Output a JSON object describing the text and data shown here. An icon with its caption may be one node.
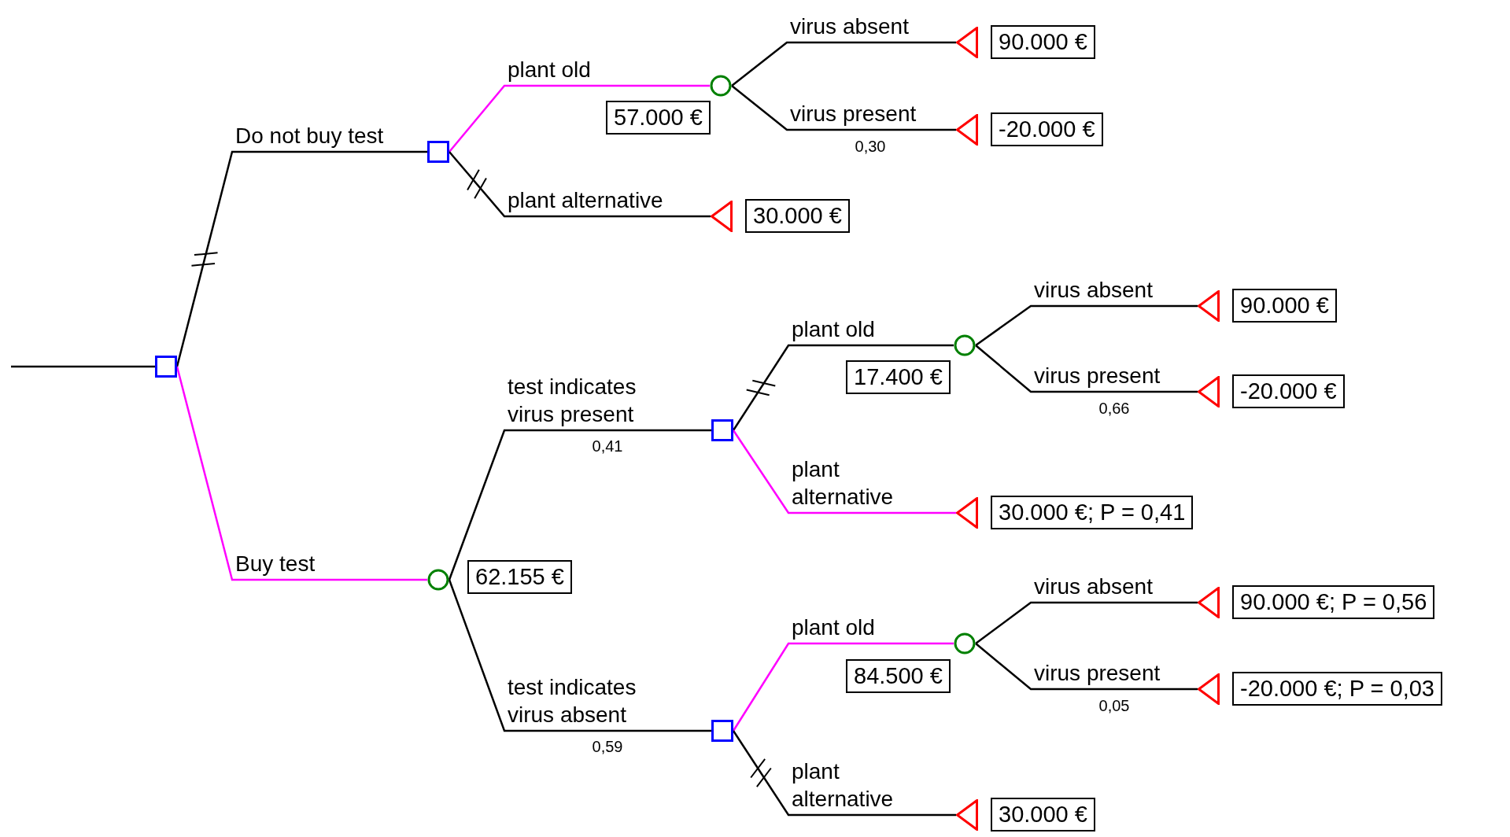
{
  "diagram": {
    "nodes": [
      {
        "text": [],
        "shape": "box"
      },
      {
        "text": [],
        "shape": "box"
      },
      {
        "text": [],
        "shape": "circle",
        "beside": [
          "57.000 €"
        ]
      },
      {
        "text": [],
        "shape": "triangle",
        "beside": [
          "90.000 €"
        ]
      },
      {
        "text": [],
        "shape": "triangle",
        "beside": [
          "-20.000 €"
        ]
      },
      {
        "text": [],
        "shape": "triangle",
        "beside": [
          "30.000 €"
        ]
      },
      {
        "text": [],
        "shape": "circle",
        "beside": [
          "62.155 €"
        ]
      },
      {
        "text": [],
        "shape": "box"
      },
      {
        "text": [],
        "shape": "circle",
        "beside": [
          "17.400 €"
        ]
      },
      {
        "text": [],
        "shape": "triangle",
        "beside": [
          "90.000 €"
        ]
      },
      {
        "text": [],
        "shape": "triangle",
        "beside": [
          "-20.000 €"
        ]
      },
      {
        "text": [],
        "shape": "triangle",
        "beside": [
          "30.000 €; P = 0,41"
        ]
      },
      {
        "text": [],
        "shape": "box"
      },
      {
        "text": [],
        "shape": "circle",
        "beside": [
          "84.500 €"
        ]
      },
      {
        "text": [],
        "shape": "triangle",
        "beside": [
          "90.000 €; P = 0,56"
        ]
      },
      {
        "text": [],
        "shape": "triangle",
        "beside": [
          "-20.000 €; P = 0,03"
        ]
      },
      {
        "text": [],
        "shape": "triangle",
        "beside": [
          "30.000 €"
        ]
      }
    ],
    "edges": [
      {
        "from": null,
        "to": 0,
        "arrow": "none"
      },
      {
        "from": 0,
        "to": 1,
        "arrow": "none",
        "label": "Do not buy test"
      },
      {
        "from": 0,
        "to": 6,
        "arrow": "none",
        "label": "Buy test",
        "color": "#ff00ff"
      },
      {
        "from": 1,
        "to": 2,
        "arrow": "none",
        "label": "plant old",
        "color": "#ff00ff"
      },
      {
        "from": 1,
        "to": 5,
        "arrow": "none",
        "label": "plant alternative"
      },
      {
        "from": 2,
        "to": 3,
        "arrow": "none",
        "label": "virus absent"
      },
      {
        "from": 2,
        "to": 4,
        "arrow": "none",
        "label": "virus present"
      },
      {
        "from": 6,
        "to": 7,
        "arrow": "none",
        "label": "test indicates virus present"
      },
      {
        "from": 6,
        "to": 12,
        "arrow": "none",
        "label": "test indicates virus absent"
      },
      {
        "from": 7,
        "to": 8,
        "arrow": "none",
        "label": "plant old"
      },
      {
        "from": 7,
        "to": 11,
        "arrow": "none",
        "label": "plant alternative",
        "color": "#ff00ff"
      },
      {
        "from": 8,
        "to": 9,
        "arrow": "none",
        "label": "virus absent"
      },
      {
        "from": 8,
        "to": 10,
        "arrow": "none",
        "label": "virus present"
      },
      {
        "from": 12,
        "to": 13,
        "arrow": "none",
        "label": "plant old",
        "color": "#ff00ff"
      },
      {
        "from": 12,
        "to": 16,
        "arrow": "none",
        "label": "plant alternative"
      },
      {
        "from": 13,
        "to": 14,
        "arrow": "none",
        "label": "virus absent"
      },
      {
        "from": 13,
        "to": 15,
        "arrow": "none",
        "label": "virus present"
      }
    ],
    "labels": [
      "0,30",
      "0,66",
      "0,41",
      "0,05",
      "0,59"
    ]
  }
}
